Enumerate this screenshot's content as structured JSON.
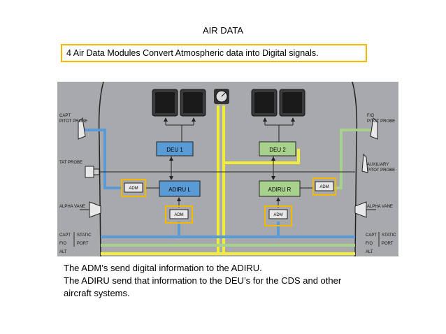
{
  "title": "AIR DATA",
  "callout": "4 Air Data Modules Convert Atmospheric data into Digital signals.",
  "diagram": {
    "labels": {
      "capt_pitot_line1": "CAPT",
      "capt_pitot_line2": "PITOT PROBE",
      "fo_pitot_line1": "F/O",
      "fo_pitot_line2": "PITOT PROBE",
      "tat_probe": "TAT PROBE",
      "aux_pitot_line1": "AUXILIARY",
      "aux_pitot_line2": "PITOT PROBE",
      "alpha_vane_left": "ALPHA VANE",
      "alpha_vane_right": "ALPHA VANE",
      "capt_left": "CAPT",
      "static_left": "STATIC",
      "fo_left": "F/O",
      "port_left": "PORT",
      "alt_left": "ALT",
      "capt_right": "CAPT",
      "static_right": "STATIC",
      "fo_right": "F/O",
      "port_right": "PORT",
      "alt_right": "ALT",
      "deu1": "DEU 1",
      "deu2": "DEU 2",
      "adiru_l": "ADIRU L",
      "adiru_r": "ADIRU R",
      "adm": "ADM"
    },
    "colors": {
      "background": "#a7a9ac",
      "blue": "#5b9bd5",
      "green": "#a9d18e",
      "yellow": "#f0ee3b",
      "highlight": "#f5b800"
    }
  },
  "caption": {
    "line1": "The ADM’s send digital information to the ADIRU.",
    "line2": "The ADIRU send that information to the DEU’s for the CDS and other",
    "line3": "aircraft systems."
  }
}
